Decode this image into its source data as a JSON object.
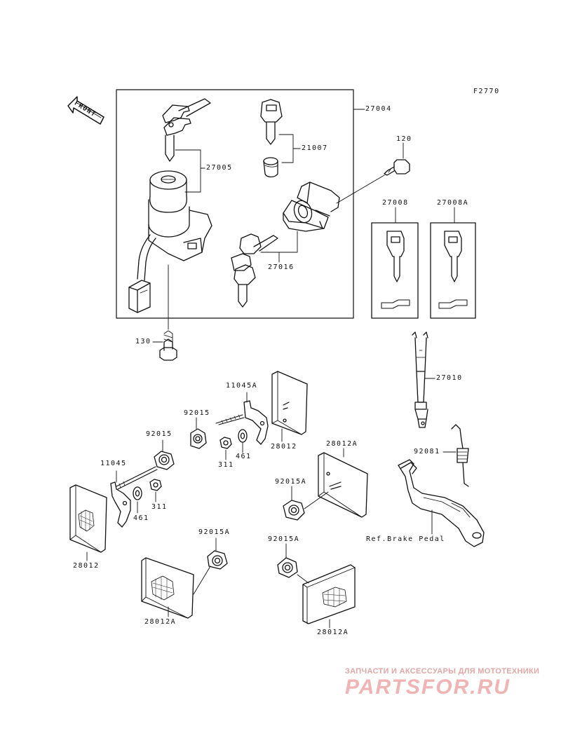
{
  "figure_code": "F2770",
  "front_arrow_label": "FRONT",
  "parts": {
    "p27004": "27004",
    "p27005": "27005",
    "p21007": "21007",
    "p120": "120",
    "p27008": "27008",
    "p27008A": "27008A",
    "p27016": "27016",
    "p130": "130",
    "p27010": "27010",
    "p11045A": "11045A",
    "p92015_a": "92015",
    "p92015_b": "92015",
    "p28012_top": "28012",
    "p28012A_top": "28012A",
    "p311_a": "311",
    "p461_a": "461",
    "p11045": "11045",
    "p461_b": "461",
    "p311_b": "311",
    "p92015A_a": "92015A",
    "p92081": "92081",
    "p28012_left": "28012",
    "p92015A_b": "92015A",
    "p92015A_c": "92015A",
    "p28012A_bl": "28012A",
    "p28012A_br": "28012A",
    "ref_brake_pedal": "Ref.Brake Pedal"
  },
  "watermark": {
    "caption": "ЗАПЧАСТИ И АКСЕССУАРЫ ДЛЯ МОТОТЕХНИКИ",
    "logo": "PARTSFOR.RU"
  }
}
